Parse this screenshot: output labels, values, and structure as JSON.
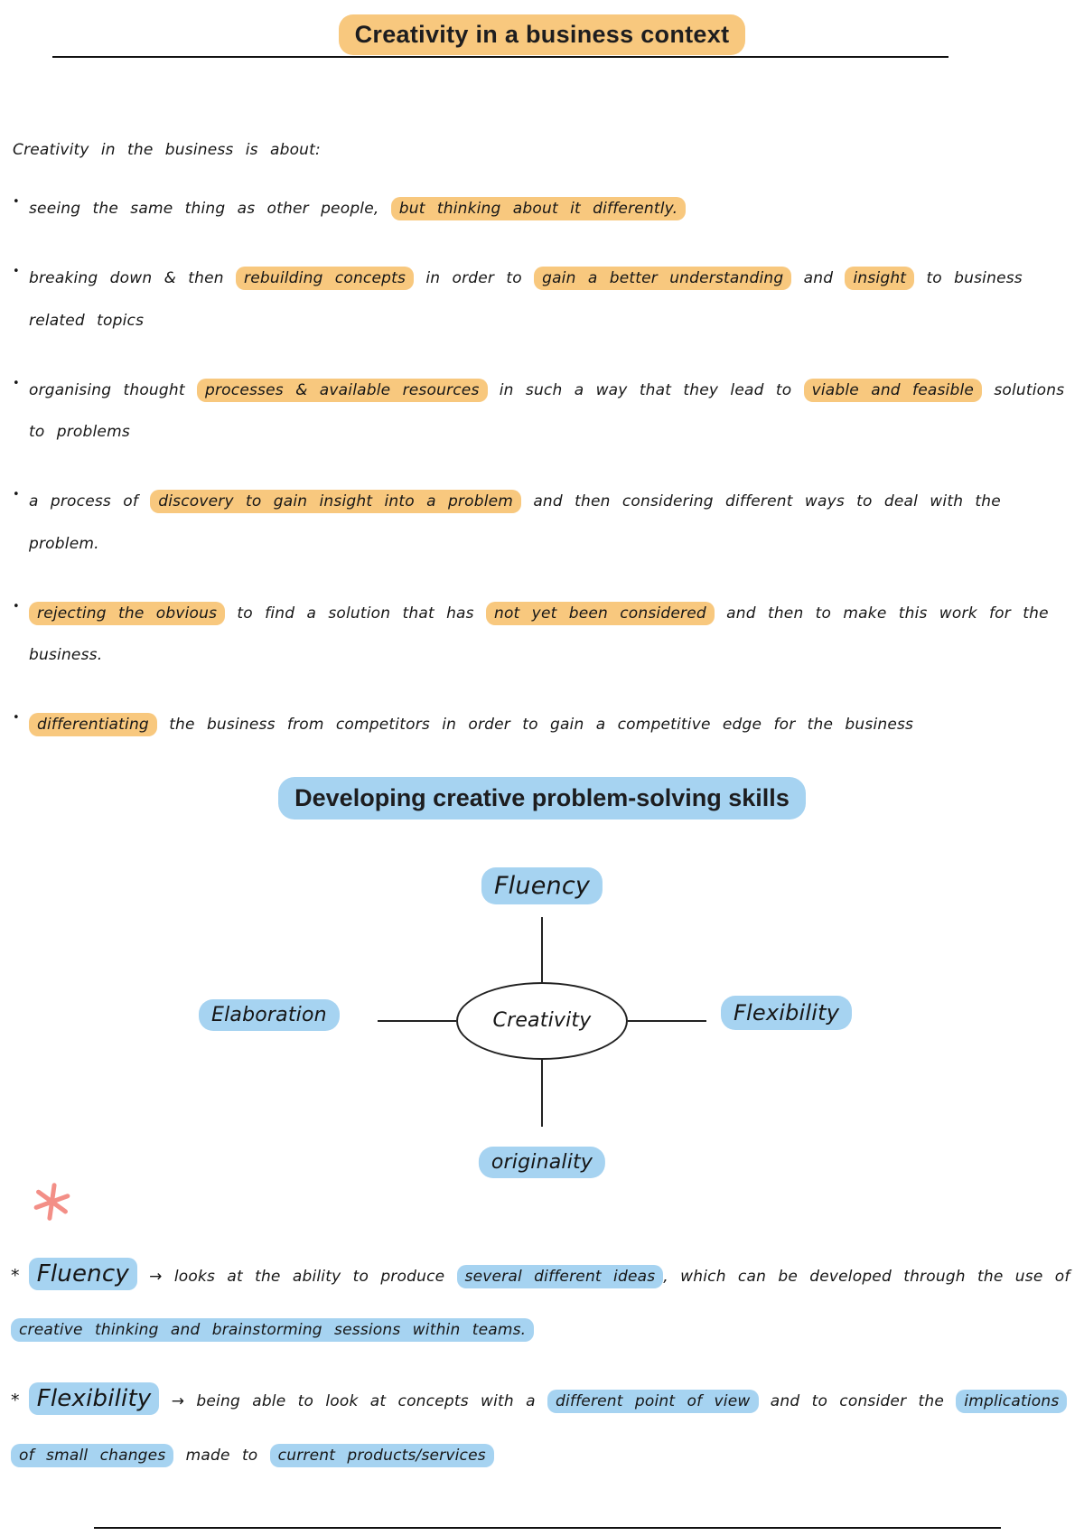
{
  "colors": {
    "orange": "#F8C87E",
    "blue": "#A6D3F1",
    "red": "#F2837B",
    "ink": "#1d1d1f"
  },
  "header": {
    "title": "Creativity in a business context"
  },
  "intro": {
    "segments": [
      {
        "t": "Creativity in the business is about:"
      }
    ]
  },
  "bullets": [
    {
      "segments": [
        {
          "t": "seeing the same thing as other people, "
        },
        {
          "t": "but thinking about it differently.",
          "h": "orange"
        }
      ]
    },
    {
      "segments": [
        {
          "t": "breaking down & then "
        },
        {
          "t": "rebuilding concepts",
          "h": "orange"
        },
        {
          "t": " in order to "
        },
        {
          "t": "gain a better understanding",
          "h": "orange"
        },
        {
          "t": " and "
        },
        {
          "t": "insight",
          "h": "orange"
        },
        {
          "t": " to business related topics"
        }
      ]
    },
    {
      "segments": [
        {
          "t": "organising thought "
        },
        {
          "t": "processes & available resources",
          "h": "orange"
        },
        {
          "t": " in such a way that they lead to "
        },
        {
          "t": "viable and feasible",
          "h": "orange"
        },
        {
          "t": " solutions to problems"
        }
      ]
    },
    {
      "segments": [
        {
          "t": "a process of "
        },
        {
          "t": "discovery to gain insight into a problem",
          "h": "orange"
        },
        {
          "t": " and then considering different ways to deal with the problem."
        }
      ]
    },
    {
      "segments": [
        {
          "t": "rejecting the obvious",
          "h": "orange"
        },
        {
          "t": " to find a solution that has "
        },
        {
          "t": "not yet been considered",
          "h": "orange"
        },
        {
          "t": " and then to make this work for the business."
        }
      ]
    },
    {
      "segments": [
        {
          "t": "differentiating",
          "h": "orange"
        },
        {
          "t": " the business from competitors in order to gain a competitive edge for the business"
        }
      ]
    }
  ],
  "section2": {
    "title": "Developing creative problem-solving skills"
  },
  "diagram": {
    "center": "Creativity",
    "top": "Fluency",
    "left": "Elaboration",
    "right": "Flexibility",
    "bottom": "originality"
  },
  "notes": [
    {
      "marker": "*",
      "segments": [
        {
          "t": "Fluency",
          "h": "blue",
          "c": "big"
        },
        {
          "t": " → looks at the ability to produce "
        },
        {
          "t": "several different ideas",
          "h": "blue"
        },
        {
          "t": ", which can be developed through the use of "
        },
        {
          "t": "creative thinking and brainstorming sessions within teams.",
          "h": "blue"
        }
      ]
    },
    {
      "marker": "*",
      "segments": [
        {
          "t": "Flexibility",
          "h": "blue",
          "c": "big"
        },
        {
          "t": " → being able to look at concepts with a "
        },
        {
          "t": "different point of view",
          "h": "blue"
        },
        {
          "t": " and to consider the "
        },
        {
          "t": "implications of small changes",
          "h": "blue"
        },
        {
          "t": " made to "
        },
        {
          "t": "current products/services",
          "h": "blue"
        }
      ]
    }
  ]
}
